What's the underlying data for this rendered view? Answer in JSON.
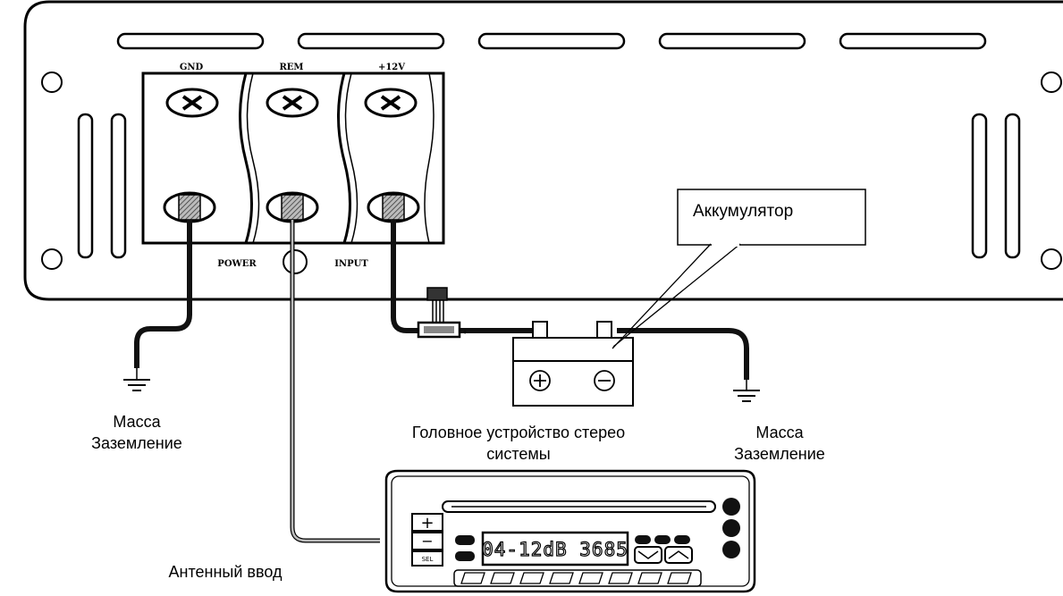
{
  "terminals": {
    "gnd": "GND",
    "rem": "REM",
    "plus12v": "+12V"
  },
  "panel_labels": {
    "power": "POWER",
    "input": "INPUT"
  },
  "callout": {
    "battery": "Аккумулятор"
  },
  "captions": {
    "ground_left_line1": "Масса",
    "ground_left_line2": "Заземление",
    "head_unit_line1": "Головное устройство стерео",
    "head_unit_line2": "системы",
    "ground_right_line1": "Масса",
    "ground_right_line2": "Заземление",
    "antenna_input": "Антенный ввод"
  },
  "head_unit": {
    "display": "04-12dB 3685",
    "sel_label": "SEL",
    "plus": "+",
    "minus": "−"
  },
  "battery_symbols": {
    "plus": "+",
    "minus": "−"
  }
}
